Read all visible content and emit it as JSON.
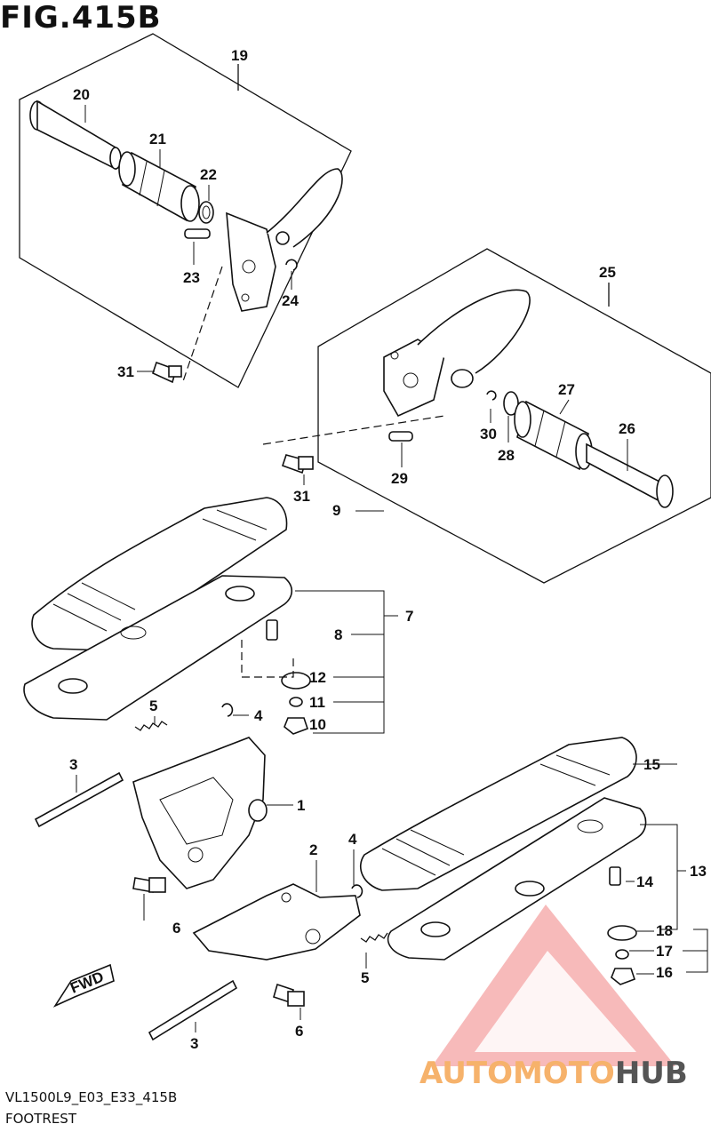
{
  "figure_title": "FIG.415B",
  "footer": {
    "model_code": "VL1500L9_E03_E33_415B",
    "section_name": "FOOTREST"
  },
  "watermark": {
    "brand_part1": "AUTOMOTO",
    "brand_part2": "HUB",
    "triangle_color": "#f08080",
    "text_color_1": "#f6b26b",
    "text_color_2": "#555555"
  },
  "callouts": {
    "c19": "19",
    "c20": "20",
    "c21": "21",
    "c22": "22",
    "c23": "23",
    "c24": "24",
    "c31a": "31",
    "c25": "25",
    "c27": "27",
    "c26": "26",
    "c30": "30",
    "c28": "28",
    "c29": "29",
    "c31b": "31",
    "c9": "9",
    "c7": "7",
    "c8": "8",
    "c12": "12",
    "c11": "11",
    "c10": "10",
    "c5a": "5",
    "c4a": "4",
    "c3a": "3",
    "c1": "1",
    "c2": "2",
    "c4b": "4",
    "c6a": "6",
    "c5b": "5",
    "c3b": "3",
    "c6b": "6",
    "c15": "15",
    "c13": "13",
    "c14": "14",
    "c18": "18",
    "c17": "17",
    "c16": "16"
  },
  "direction_badge": {
    "label": "FWD"
  }
}
